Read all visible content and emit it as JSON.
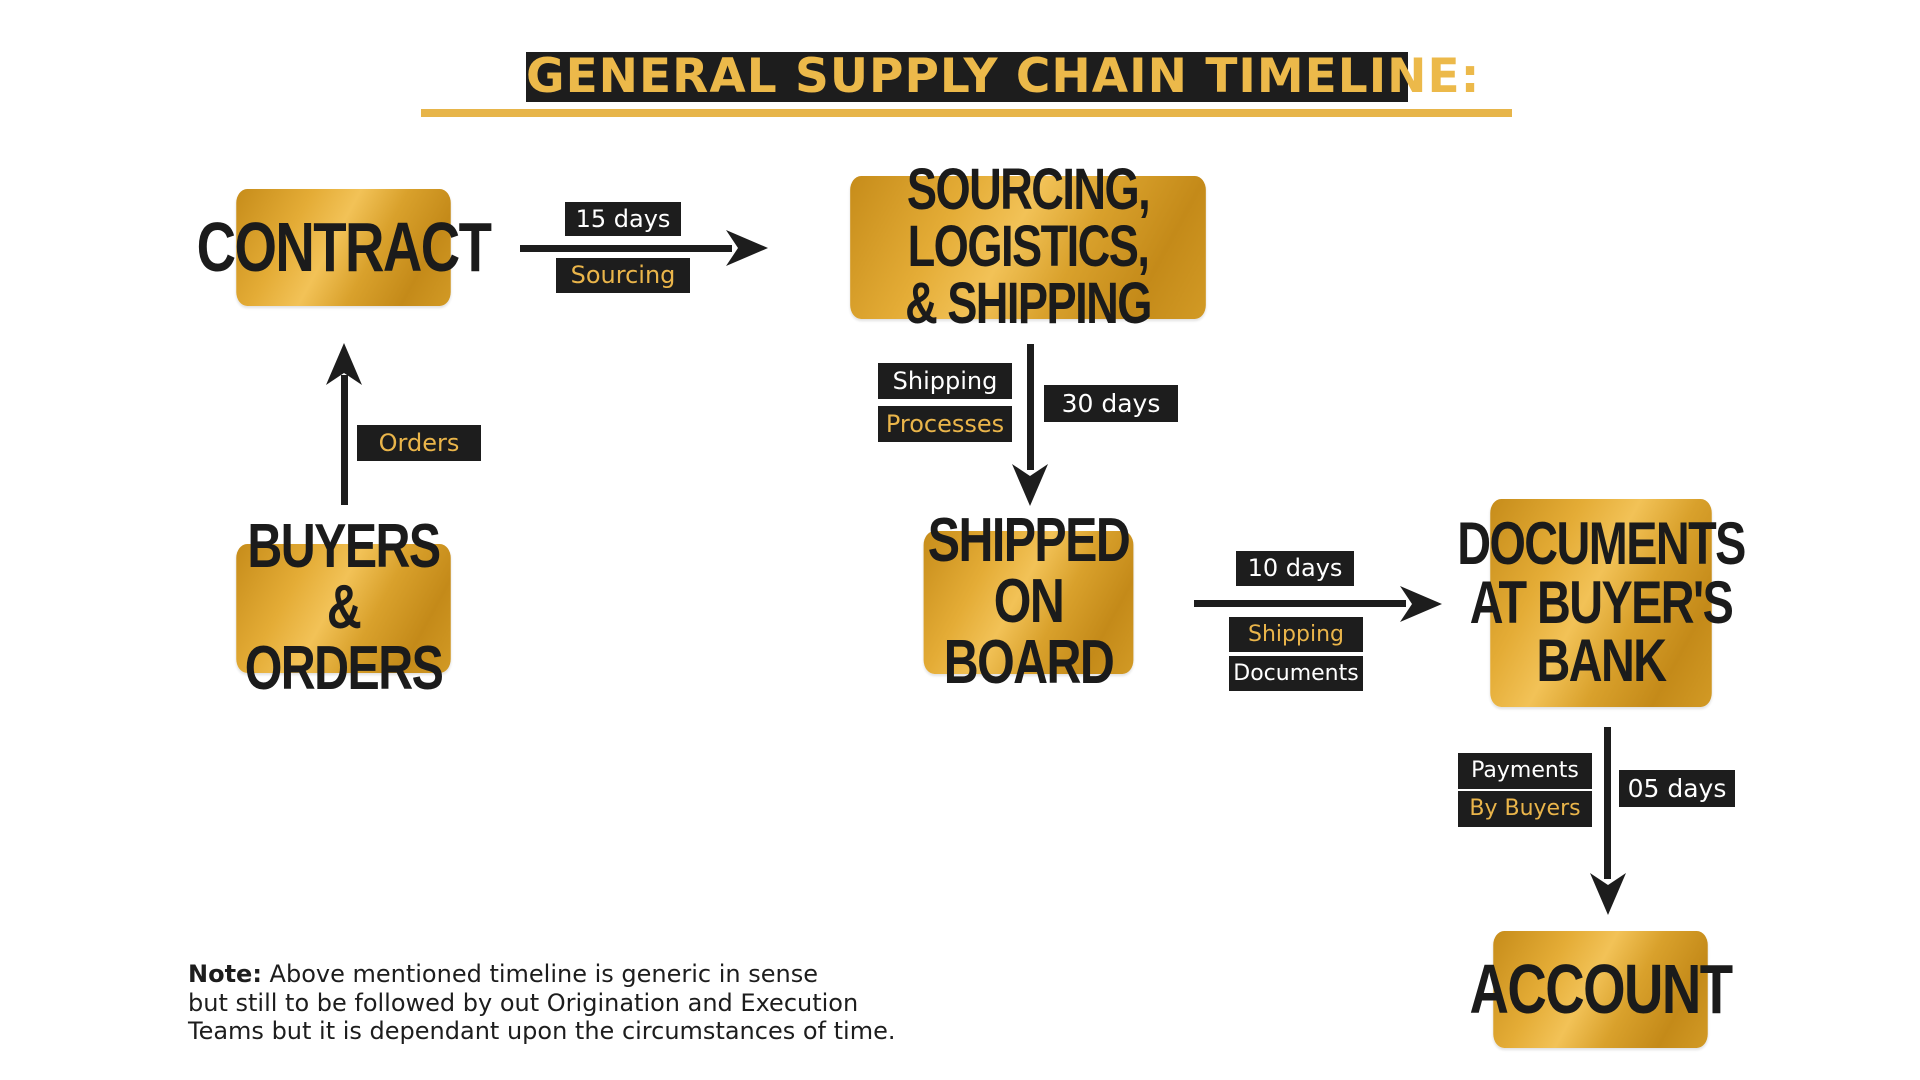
{
  "title": "GENERAL SUPPLY CHAIN TIMELINE:",
  "nodes": {
    "contract": "CONTRACT",
    "sourcing": "SOURCING, LOGISTICS,\n& SHIPPING",
    "buyers": "BUYERS\n& ORDERS",
    "shipped": "SHIPPED\nON BOARD",
    "documents": "DOCUMENTS\nAT BUYER'S\nBANK",
    "account": "ACCOUNT"
  },
  "edges": {
    "orders": {
      "label": "Orders"
    },
    "contract_to_sourcing": {
      "duration": "15 days",
      "label": "Sourcing"
    },
    "sourcing_to_shipped": {
      "label_line1": "Shipping",
      "label_line2": "Processes",
      "duration": "30 days"
    },
    "shipped_to_documents": {
      "duration": "10 days",
      "label_line1": "Shipping",
      "label_line2": "Documents"
    },
    "documents_to_account": {
      "label_line1": "Payments",
      "label_line2": "By Buyers",
      "duration": "05 days"
    }
  },
  "note": {
    "prefix": "Note:",
    "line1": " Above mentioned timeline is generic in sense",
    "line2": "but still to be followed by out Origination and Execution",
    "line3": "Teams but it is dependant upon the circumstances of time."
  },
  "colors": {
    "gold": "#e4ac36",
    "dark": "#1d1d1d",
    "label_gold": "#eab54a"
  }
}
